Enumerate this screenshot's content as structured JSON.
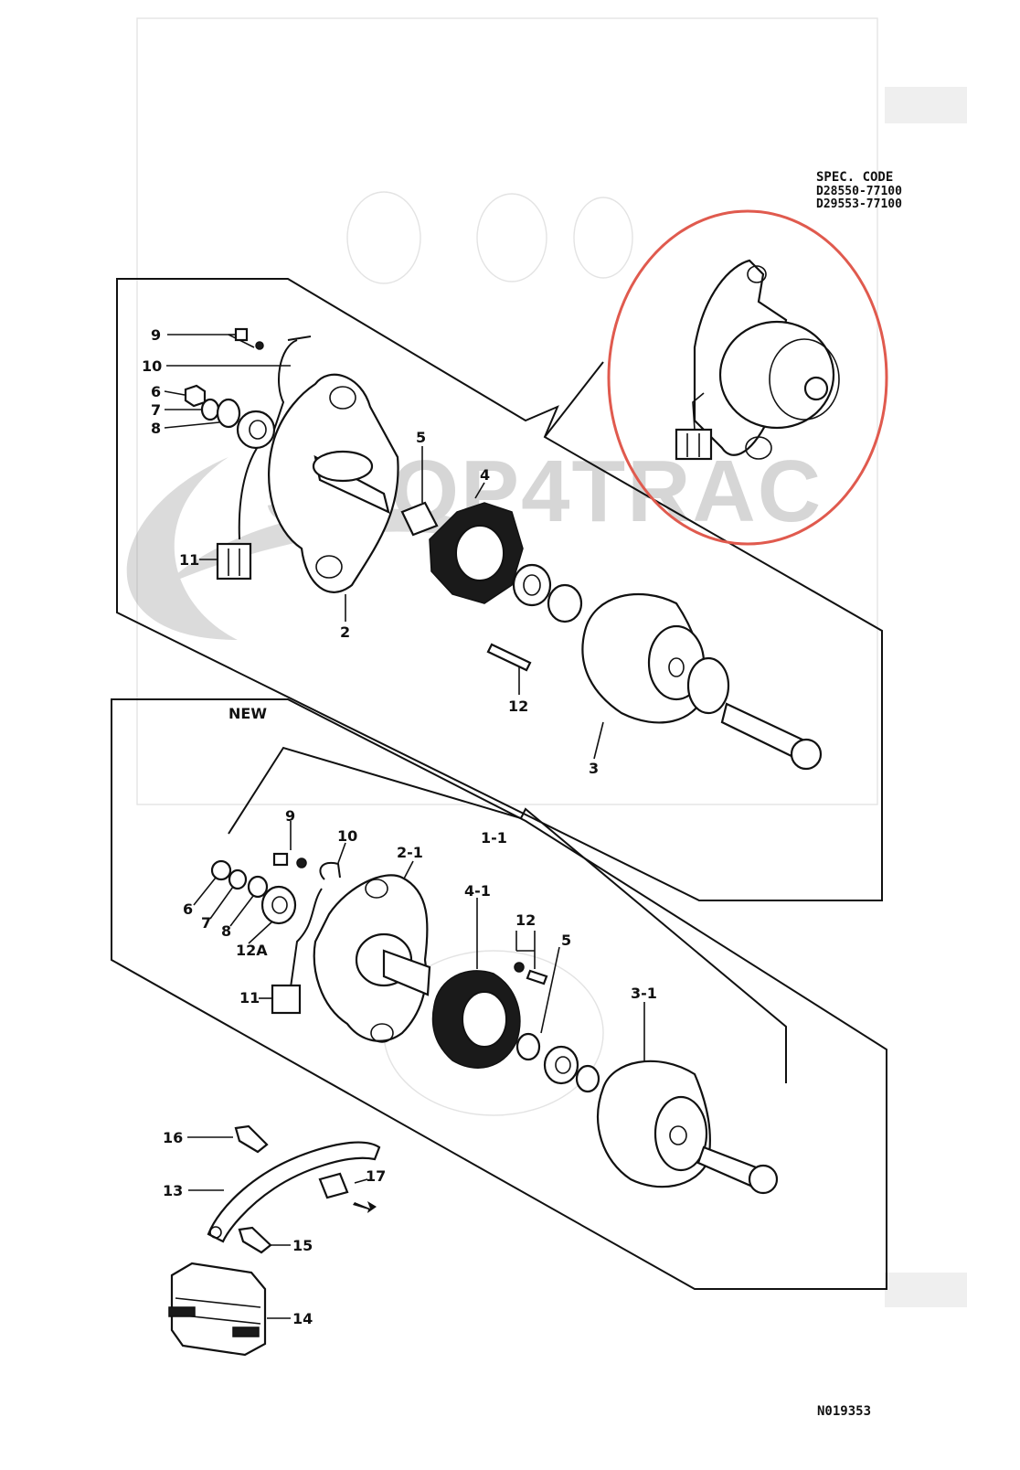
{
  "diagram": {
    "spec_code_title": "SPEC. CODE",
    "spec_codes": [
      "D28550-77100",
      "D29553-77100"
    ],
    "new_label": "NEW",
    "drawing_number": "N019353",
    "watermark": "SHOP4TRAC",
    "upper_callouts": {
      "p9": "9",
      "p10": "10",
      "p6": "6",
      "p7": "7",
      "p8": "8",
      "p5": "5",
      "p4": "4",
      "p11": "11",
      "p2": "2",
      "p12": "12",
      "p3": "3"
    },
    "lower_callouts": {
      "p9": "9",
      "p10": "10",
      "p2_1": "2-1",
      "p1_1": "1-1",
      "p6": "6",
      "p7": "7",
      "p8": "8",
      "p12A": "12A",
      "p4_1": "4-1",
      "p12": "12",
      "p5": "5",
      "p11": "11",
      "p3_1": "3-1",
      "p16": "16",
      "p17": "17",
      "p13": "13",
      "p15": "15",
      "p14": "14"
    },
    "highlight_color": "#e05a4e"
  }
}
